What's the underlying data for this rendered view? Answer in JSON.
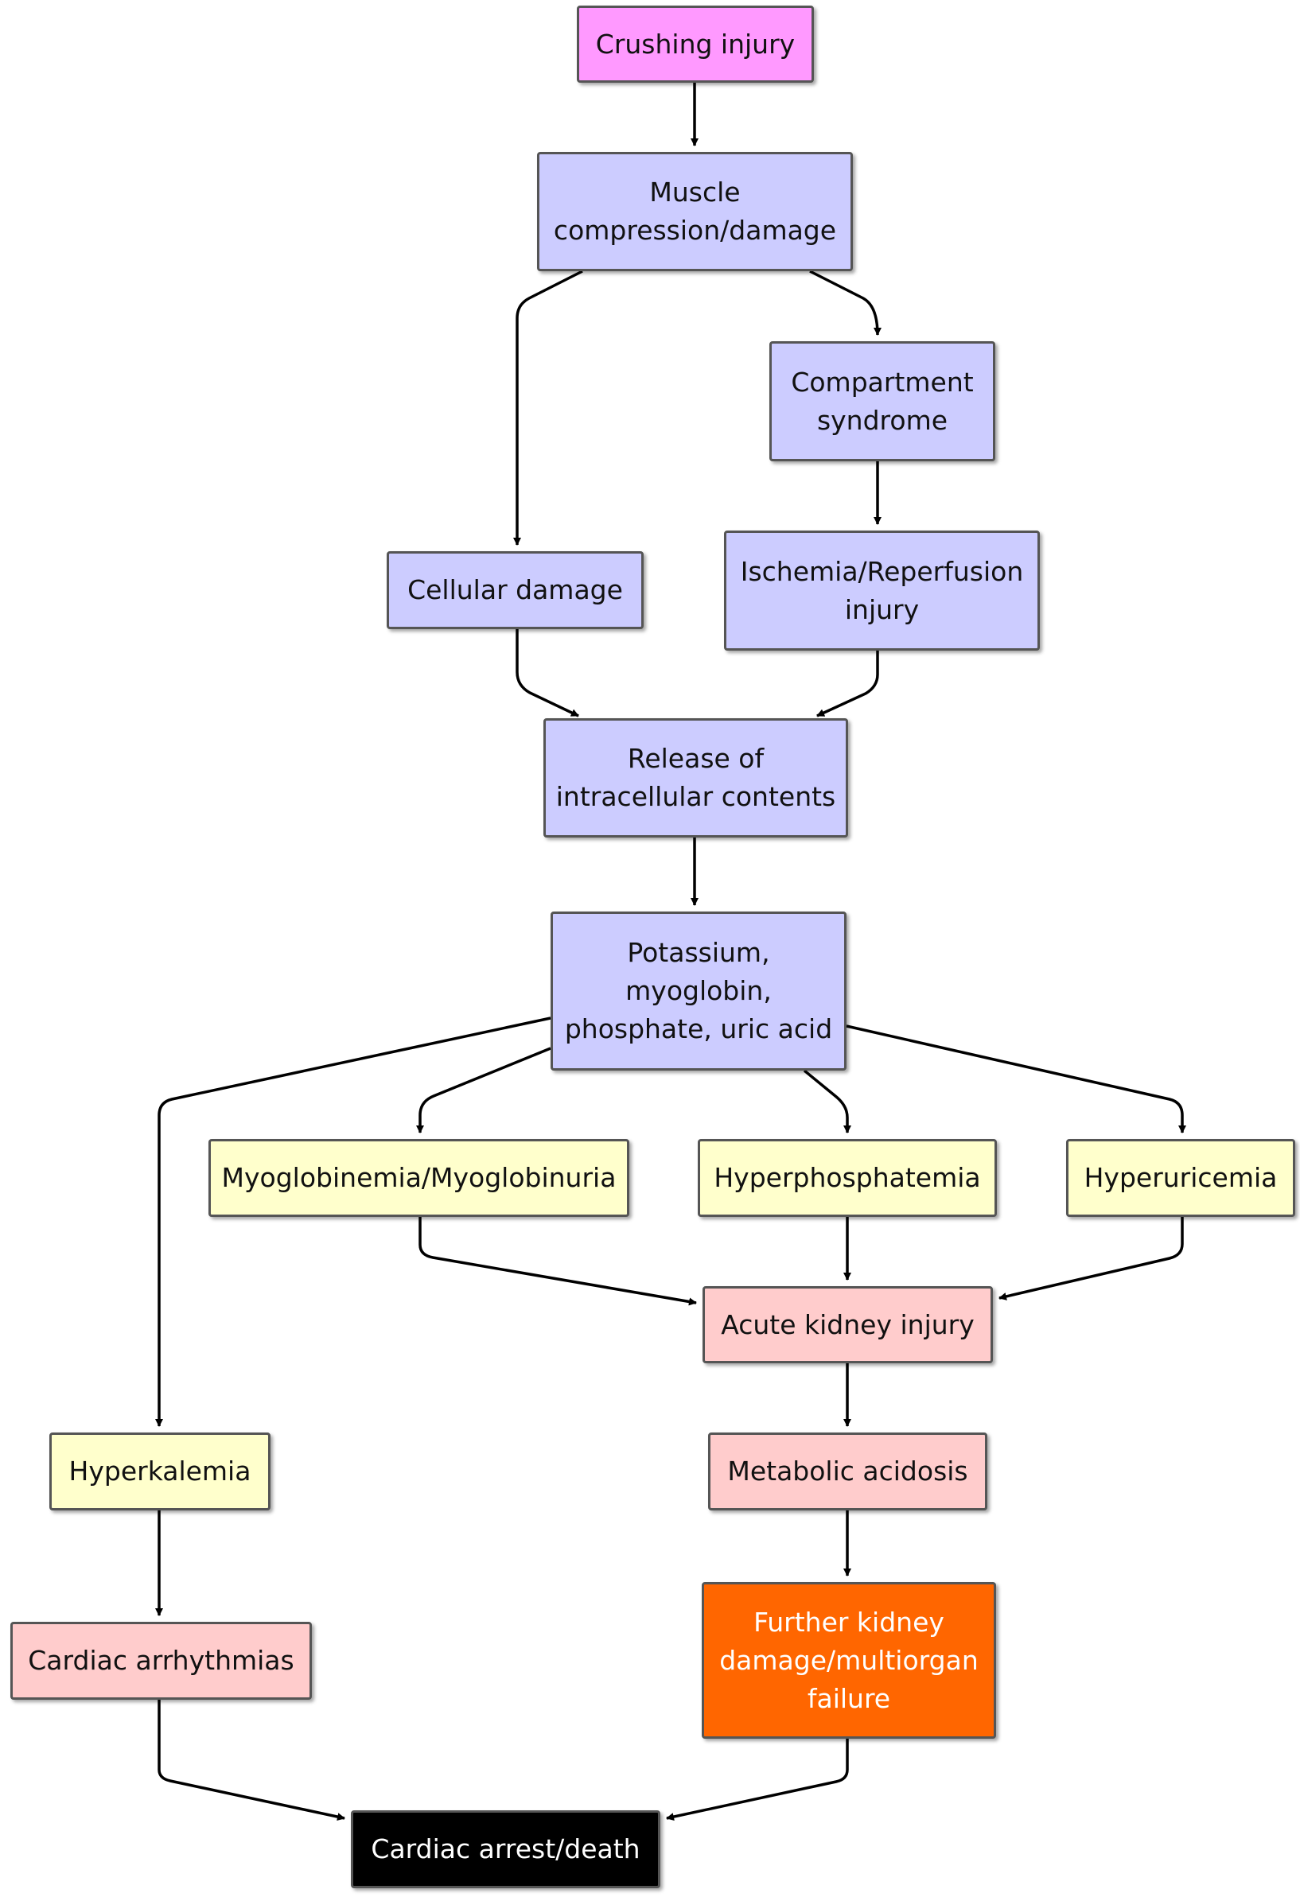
{
  "nodes": [
    {
      "id": "crushing-injury",
      "label": "Crushing injury",
      "color": "#ff99ff"
    },
    {
      "id": "muscle-compression",
      "label": "Muscle\ncompression/damage",
      "color": "#ccccff"
    },
    {
      "id": "compartment-syndrome",
      "label": "Compartment\nsyndrome",
      "color": "#ccccff"
    },
    {
      "id": "cellular-damage",
      "label": "Cellular damage",
      "color": "#ccccff"
    },
    {
      "id": "ischemia-reperfusion",
      "label": "Ischemia/Reperfusion\ninjury",
      "color": "#ccccff"
    },
    {
      "id": "release-intracellular",
      "label": "Release of\nintracellular contents",
      "color": "#ccccff"
    },
    {
      "id": "potassium-etc",
      "label": "Potassium,\nmyoglobin,\nphosphate, uric acid",
      "color": "#ccccff"
    },
    {
      "id": "myoglobinemia",
      "label": "Myoglobinemia/Myoglobinuria",
      "color": "#ffffcc"
    },
    {
      "id": "hyperphosphatemia",
      "label": "Hyperphosphatemia",
      "color": "#ffffcc"
    },
    {
      "id": "hyperuricemia",
      "label": "Hyperuricemia",
      "color": "#ffffcc"
    },
    {
      "id": "acute-kidney-injury",
      "label": "Acute kidney injury",
      "color": "#ffcccc"
    },
    {
      "id": "hyperkalemia",
      "label": "Hyperkalemia",
      "color": "#ffffcc"
    },
    {
      "id": "metabolic-acidosis",
      "label": "Metabolic acidosis",
      "color": "#ffcccc"
    },
    {
      "id": "cardiac-arrhythmias",
      "label": "Cardiac arrhythmias",
      "color": "#ffcccc"
    },
    {
      "id": "further-kidney-damage",
      "label": "Further kidney\ndamage/multiorgan\nfailure",
      "color": "#ff6600"
    },
    {
      "id": "cardiac-arrest",
      "label": "Cardiac arrest/death",
      "color": "#000000"
    }
  ],
  "edges": [
    {
      "from": "crushing-injury",
      "to": "muscle-compression"
    },
    {
      "from": "muscle-compression",
      "to": "cellular-damage"
    },
    {
      "from": "muscle-compression",
      "to": "compartment-syndrome"
    },
    {
      "from": "compartment-syndrome",
      "to": "ischemia-reperfusion"
    },
    {
      "from": "cellular-damage",
      "to": "release-intracellular"
    },
    {
      "from": "ischemia-reperfusion",
      "to": "release-intracellular"
    },
    {
      "from": "release-intracellular",
      "to": "potassium-etc"
    },
    {
      "from": "potassium-etc",
      "to": "hyperkalemia"
    },
    {
      "from": "potassium-etc",
      "to": "myoglobinemia"
    },
    {
      "from": "potassium-etc",
      "to": "hyperphosphatemia"
    },
    {
      "from": "potassium-etc",
      "to": "hyperuricemia"
    },
    {
      "from": "myoglobinemia",
      "to": "acute-kidney-injury"
    },
    {
      "from": "hyperphosphatemia",
      "to": "acute-kidney-injury"
    },
    {
      "from": "hyperuricemia",
      "to": "acute-kidney-injury"
    },
    {
      "from": "acute-kidney-injury",
      "to": "metabolic-acidosis"
    },
    {
      "from": "hyperkalemia",
      "to": "cardiac-arrhythmias"
    },
    {
      "from": "metabolic-acidosis",
      "to": "further-kidney-damage"
    },
    {
      "from": "cardiac-arrhythmias",
      "to": "cardiac-arrest"
    },
    {
      "from": "further-kidney-damage",
      "to": "cardiac-arrest"
    }
  ]
}
